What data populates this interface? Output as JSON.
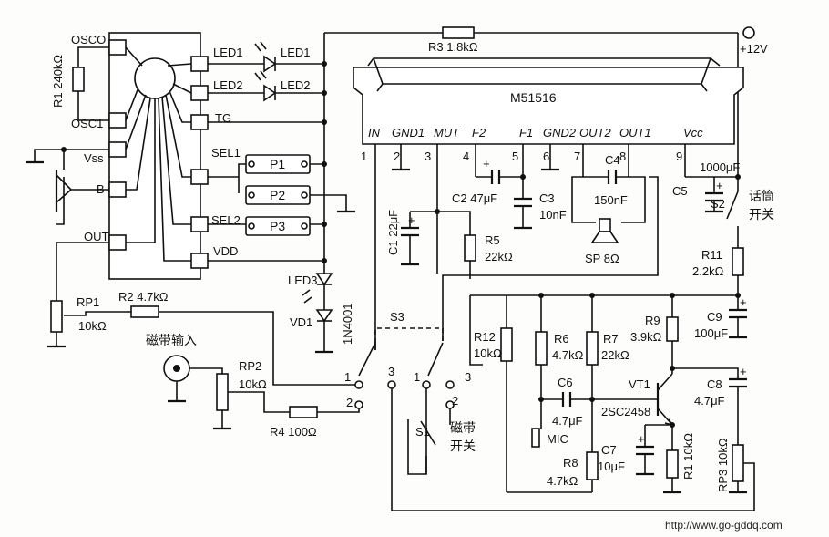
{
  "ic_main": {
    "name": "M51516",
    "pins": [
      {
        "num": "1",
        "name": "IN"
      },
      {
        "num": "2",
        "name": "GND1"
      },
      {
        "num": "3",
        "name": "MUT"
      },
      {
        "num": "4",
        "name": "F2"
      },
      {
        "num": "5",
        "name": "F1"
      },
      {
        "num": "6",
        "name": "GND2"
      },
      {
        "num": "7",
        "name": "OUT2"
      },
      {
        "num": "8",
        "name": "OUT1"
      },
      {
        "num": "9",
        "name": "Vcc"
      }
    ]
  },
  "ic_control": {
    "left_pins": [
      "OSCO",
      "OSC1",
      "Vss",
      "B",
      "OUT"
    ],
    "right_pins": [
      "LED1",
      "LED2",
      "TG",
      "SEL1",
      "SEL2",
      "VDD"
    ]
  },
  "leds": [
    "LED1",
    "LED2",
    "LED3"
  ],
  "pads": [
    "P1",
    "P2",
    "P3"
  ],
  "components": {
    "R1a": "R1  240kΩ",
    "R3": "R3  1.8kΩ",
    "R2": "R2  4.7kΩ",
    "RP1": "RP1",
    "RP1_val": "10kΩ",
    "RP2": "RP2",
    "RP2_val": "10kΩ",
    "R4": "R4  100Ω",
    "C1": "C1  22μF",
    "C2": "C2  47μF",
    "C3": "C3",
    "C3_val": "10nF",
    "C4": "C4",
    "C4_val": "150nF",
    "R5": "R5",
    "R5_val": "22kΩ",
    "SP": "SP  8Ω",
    "C5": "C5",
    "C5_val": "1000μF",
    "R11": "R11",
    "R11_val": "2.2kΩ",
    "C9": "C9",
    "C9_val": "100μF",
    "R12": "R12",
    "R12_val": "10kΩ",
    "R6": "R6",
    "R6_val": "4.7kΩ",
    "R7": "R7",
    "R7_val": "22kΩ",
    "R9": "R9",
    "R9_val": "3.9kΩ",
    "C6": "C6",
    "C6_val": "4.7μF",
    "VT1": "VT1",
    "VT1_val": "2SC2458",
    "C8": "C8",
    "C8_val": "4.7μF",
    "R8": "R8",
    "R8_val": "4.7kΩ",
    "C7": "C7",
    "C7_val": "10μF",
    "R1b": "R1  10kΩ",
    "RP3": "RP3  10kΩ",
    "VD1": "VD1",
    "diode": "1N4001",
    "MIC": "MIC",
    "S1": "S1",
    "S2": "S2",
    "S3": "S3"
  },
  "supply": "+12V",
  "texts": {
    "tape_input": "磁带输入",
    "mic_switch_1": "话筒",
    "mic_switch_2": "开关",
    "tape_switch_1": "磁带",
    "tape_switch_2": "开关"
  },
  "switch_contacts": {
    "s3_a": [
      "1",
      "2",
      "3"
    ],
    "s3_b": [
      "1",
      "2",
      "3"
    ]
  },
  "watermark_url": "http://www.go-gddq.com"
}
